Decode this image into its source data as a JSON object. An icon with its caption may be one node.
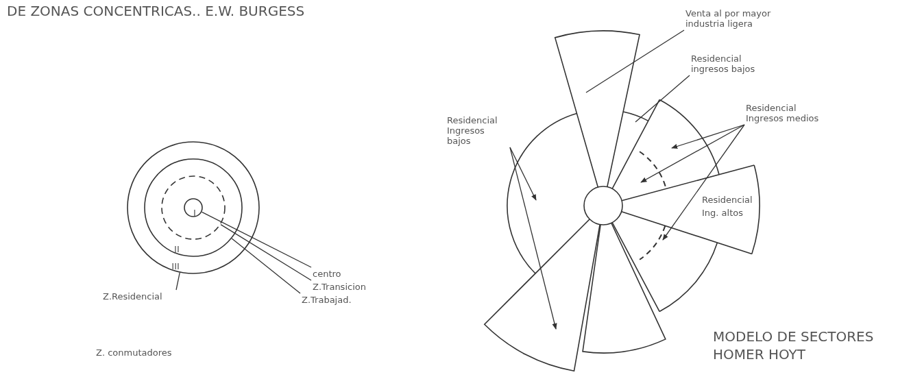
{
  "diagram": {
    "title": "DE ZONAS CONCENTRICAS.. E.W. BURGESS",
    "nodes": [
      {
        "text": [
          "III"
        ]
      },
      {
        "text": [
          "II"
        ],
        "in": 0
      },
      {
        "text": [],
        "shape": "circle",
        "in": 1
      },
      {
        "text": [
          "I"
        ],
        "in": 2
      },
      {
        "text": [
          "centro"
        ]
      },
      {
        "text": [
          "Z.Transicion"
        ]
      },
      {
        "text": [
          "Z.Trabajad."
        ]
      },
      {
        "text": [
          "Z.Residencial"
        ]
      },
      {
        "text": [
          "Venta al por mayor industria ligera"
        ]
      },
      {
        "text": [
          "Residencial ingresos bajos"
        ]
      },
      {
        "text": [
          "Residencial Ingresos medios"
        ]
      },
      {
        "text": [
          "Residencial Ingresos bajos"
        ]
      }
    ],
    "edges": [
      {
        "from": 4,
        "to": 3,
        "arrow": "none"
      },
      {
        "from": 5,
        "to": 2,
        "arrow": "none"
      },
      {
        "from": 6,
        "to": 1,
        "arrow": "none"
      },
      {
        "from": 7,
        "to": 0,
        "arrow": "none"
      },
      {
        "from": 8,
        "to": null,
        "arrow": "none"
      },
      {
        "from": 9,
        "to": null,
        "arrow": "none"
      },
      {
        "from": 10,
        "to": null,
        "arrow": "to"
      },
      {
        "from": 10,
        "to": null,
        "arrow": "to"
      },
      {
        "from": 10,
        "to": null,
        "arrow": "to"
      },
      {
        "from": 11,
        "to": null,
        "arrow": "to"
      },
      {
        "from": 11,
        "to": null,
        "arrow": "to"
      }
    ],
    "labels": [
      "Residencial Ing. altos",
      "Z. conmutadores",
      "MODELO DE SECTORES HOMER HOYT"
    ]
  }
}
